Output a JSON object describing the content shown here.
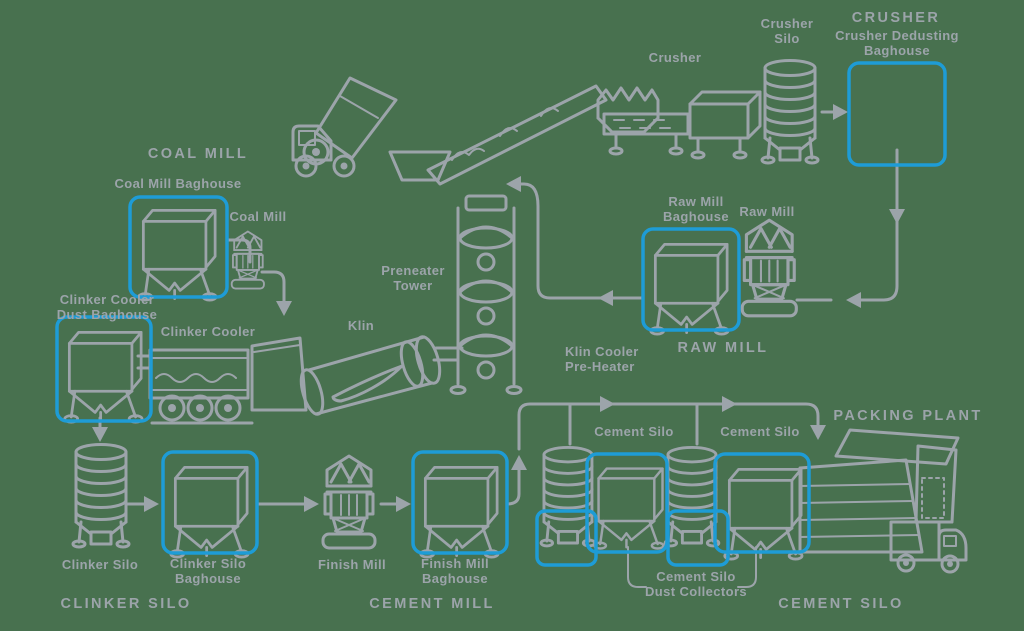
{
  "palette": {
    "background": "#48714f",
    "line": "#9ca4aa",
    "highlight": "#1e9cd6"
  },
  "labels": {
    "crusher": "Crusher",
    "crusher_silo": "Crusher\nSilo",
    "crusher_heading": "CRUSHER",
    "crusher_dedusting_baghouse": "Crusher Dedusting\nBaghouse",
    "coal_mill_heading": "COAL MILL",
    "coal_mill_baghouse": "Coal Mill Baghouse",
    "coal_mill": "Coal Mill",
    "preheater_tower": "Preneater\nTower",
    "kiln": "Klin",
    "raw_mill_baghouse": "Raw Mill\nBaghouse",
    "raw_mill": "Raw Mill",
    "raw_mill_heading": "RAW MILL",
    "kiln_cooler_preheater": "Klin Cooler\nPre-Heater",
    "clinker_cooler_dust_baghouse": "Clinker Cooler\nDust Baghouse",
    "clinker_cooler": "Clinker Cooler",
    "clinker_silo": "Clinker Silo",
    "clinker_silo_baghouse": "Clinker Silo\nBaghouse",
    "clinker_silo_heading": "CLINKER SILO",
    "finish_mill": "Finish Mill",
    "finish_mill_baghouse": "Finish Mill\nBaghouse",
    "cement_mill_heading": "CEMENT MILL",
    "cement_silo_1": "Cement Silo",
    "cement_silo_2": "Cement Silo",
    "packing_plant_heading": "PACKING PLANT",
    "cement_silo_dust_collectors": "Cement Silo\nDust Collectors",
    "cement_silo_heading": "CEMENT SILO"
  }
}
